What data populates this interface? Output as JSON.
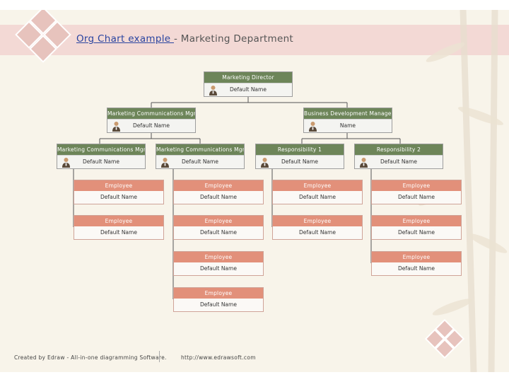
{
  "title": {
    "link_text": "Org Chart example ",
    "rest": "- Marketing Department"
  },
  "director": {
    "title": "Marketing Director",
    "name": "Default Name"
  },
  "level2": [
    {
      "title": "Marketing Communications Mgr.",
      "name": "Default Name"
    },
    {
      "title": "Business Development Manager",
      "name": "Name"
    }
  ],
  "level3": [
    {
      "title": "Marketing Communications Mgr.",
      "name": "Default Name"
    },
    {
      "title": "Marketing Communications Mgr.",
      "name": "Default Name"
    },
    {
      "title": "Responsibility 1",
      "name": "Default Name"
    },
    {
      "title": "Responsibility 2",
      "name": "Default Name"
    }
  ],
  "employees": {
    "col1": [
      {
        "title": "Employee",
        "name": "Default Name"
      },
      {
        "title": "Employee",
        "name": "Default Name"
      }
    ],
    "col2": [
      {
        "title": "Employee",
        "name": "Default Name"
      },
      {
        "title": "Employee",
        "name": "Default Name"
      },
      {
        "title": "Employee",
        "name": "Default Name"
      },
      {
        "title": "Employee",
        "name": "Default Name"
      }
    ],
    "col3": [
      {
        "title": "Employee",
        "name": "Default Name"
      },
      {
        "title": "Employee",
        "name": "Default Name"
      }
    ],
    "col4": [
      {
        "title": "Employee",
        "name": "Default Name"
      },
      {
        "title": "Employee",
        "name": "Default Name"
      },
      {
        "title": "Employee",
        "name": "Default Name"
      }
    ]
  },
  "footer": {
    "credit": "Created by Edraw - All-in-one diagramming Software.",
    "url": "http://www.edrawsoft.com"
  },
  "colors": {
    "manager_header": "#6d8559",
    "employee_header": "#e2907a",
    "banner": "#f3d9d5",
    "background": "#f8f4ea",
    "connector": "#555555"
  }
}
